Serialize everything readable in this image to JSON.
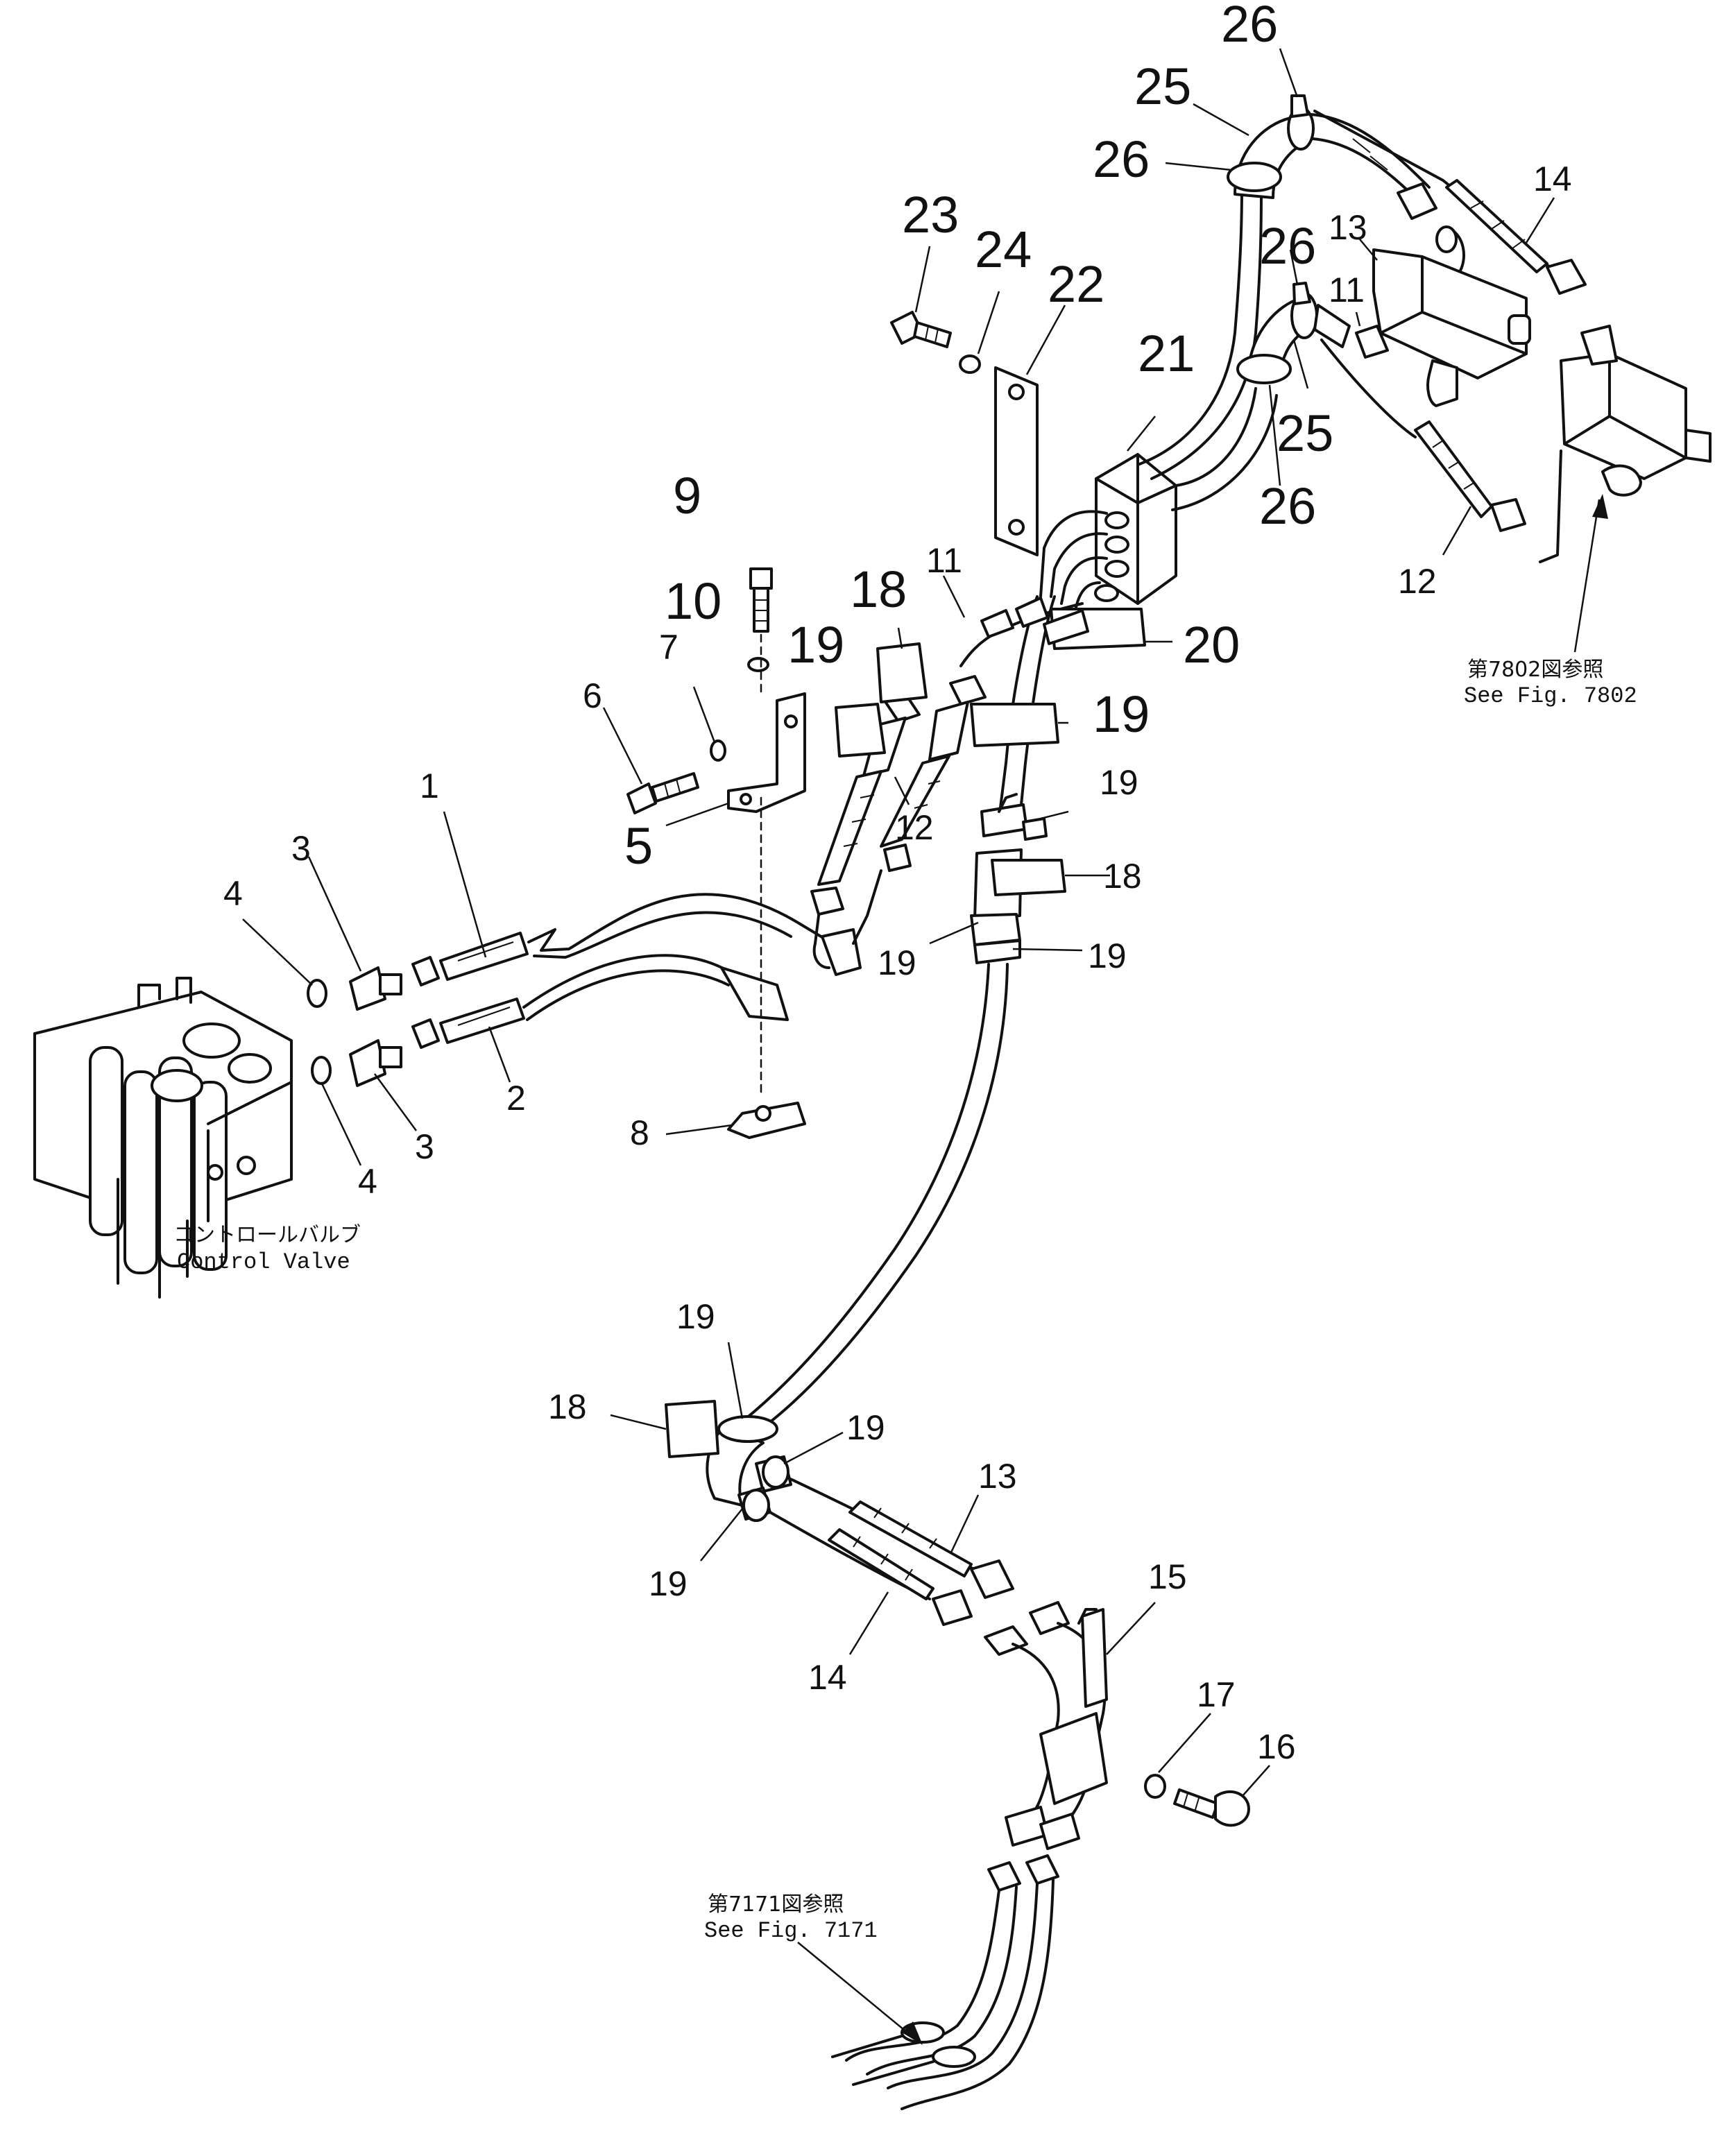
{
  "callouts": {
    "c1": "1",
    "c2": "2",
    "c3a": "3",
    "c3b": "3",
    "c4a": "4",
    "c4b": "4",
    "c5": "5",
    "c6": "6",
    "c7": "7",
    "c8": "8",
    "c9": "9",
    "c10": "10",
    "c11a": "11",
    "c11b": "11",
    "c12a": "12",
    "c12b": "12",
    "c13a": "13",
    "c13b": "13",
    "c14a": "14",
    "c14b": "14",
    "c15": "15",
    "c16": "16",
    "c17": "17",
    "c18a": "18",
    "c18b": "18",
    "c18c": "18",
    "c19a": "19",
    "c19b": "19",
    "c19c": "19",
    "c19d": "19",
    "c19e": "19",
    "c19f": "19",
    "c19g": "19",
    "c19h": "19",
    "c20": "20",
    "c21": "21",
    "c22": "22",
    "c23": "23",
    "c24": "24",
    "c25a": "25",
    "c25b": "25",
    "c26a": "26",
    "c26b": "26",
    "c26c": "26",
    "c26d": "26"
  },
  "labels": {
    "control_valve_jp": "コントロールバルブ",
    "control_valve_en": "Control Valve",
    "ref_7802_jp": "第7802図参照",
    "ref_7802_en": "See Fig. 7802",
    "ref_7171_jp": "第7171図参照",
    "ref_7171_en": "See Fig. 7171"
  }
}
